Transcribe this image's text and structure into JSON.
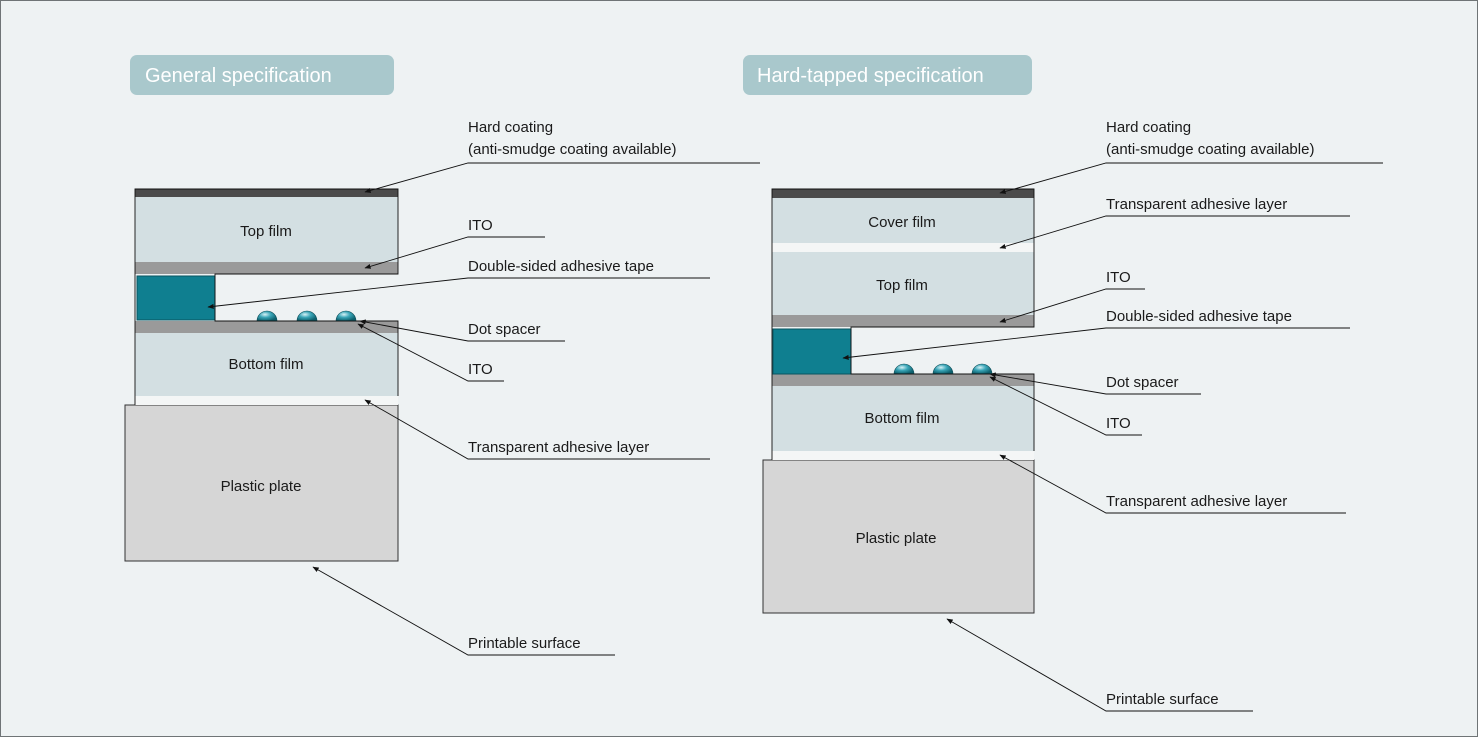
{
  "colors": {
    "background": "#eef2f3",
    "title_badge": "#a9c8cc",
    "film": "#d3dfe2",
    "ito": "#9a9a9a",
    "hard_coating": "#4b4b4b",
    "tape": "#0f7f90",
    "plate": "#d6d6d6",
    "adhesive": "#f4f6f6"
  },
  "left": {
    "title": "General specification",
    "top_film": "Top film",
    "bottom_film": "Bottom film",
    "plastic_plate": "Plastic plate",
    "labels": {
      "hard_coating": "Hard coating",
      "hard_coating_note": "(anti-smudge coating available)",
      "ito_top": "ITO",
      "tape": "Double-sided adhesive tape",
      "dot_spacer": "Dot spacer",
      "ito_bottom": "ITO",
      "adhesive": "Transparent adhesive layer",
      "printable": "Printable surface"
    }
  },
  "right": {
    "title": "Hard-tapped specification",
    "cover_film": "Cover film",
    "top_film": "Top film",
    "bottom_film": "Bottom film",
    "plastic_plate": "Plastic plate",
    "labels": {
      "hard_coating": "Hard coating",
      "hard_coating_note": "(anti-smudge coating available)",
      "adhesive_top": "Transparent adhesive layer",
      "ito_top": "ITO",
      "tape": "Double-sided adhesive tape",
      "dot_spacer": "Dot spacer",
      "ito_bottom": "ITO",
      "adhesive_bottom": "Transparent adhesive layer",
      "printable": "Printable surface"
    }
  }
}
